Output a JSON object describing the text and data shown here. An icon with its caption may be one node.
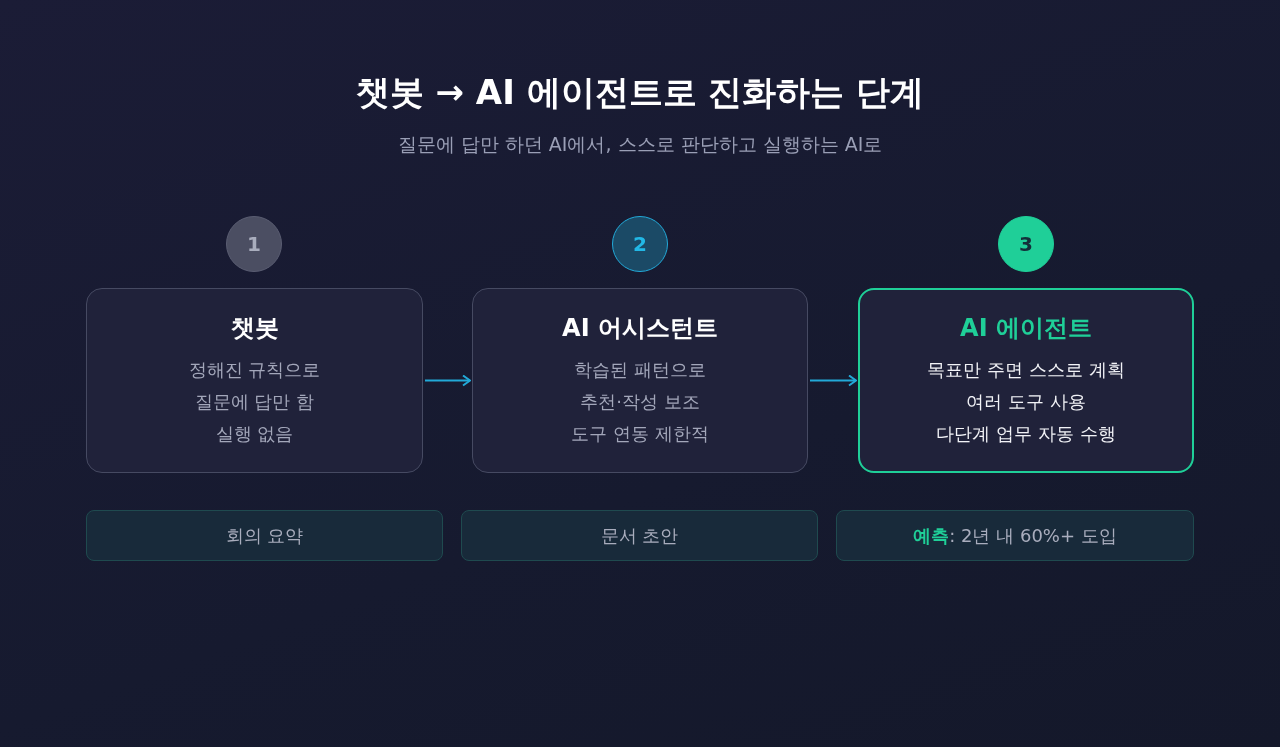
{
  "diagram": {
    "title": "챗봇 → AI 에이전트로 진화하는 단계",
    "caption": "질문에 답만 하던 AI에서, 스스로 판단하고 실행하는 AI로",
    "nodes": [
      {
        "text": [
          "1"
        ]
      },
      {
        "text": [
          "2"
        ]
      },
      {
        "text": [
          "3"
        ]
      },
      {
        "text": [
          "챗봇",
          "정해진 규칙으로",
          "질문에 답만 함",
          "실행 없음"
        ]
      },
      {
        "text": [
          "AI 어시스턴트",
          "학습된 패턴으로",
          "추천·작성 보조",
          "도구 연동 제한적"
        ]
      },
      {
        "text": [
          "AI 에이전트",
          "목표만 주면 스스로 계획",
          "여러 도구 사용",
          "다단계 업무 자동 수행"
        ]
      },
      {
        "text": [
          "회의 요약"
        ]
      },
      {
        "text": [
          "문서 초안"
        ]
      },
      {
        "text": [
          "**예측**: 2년 내 60%+ 도입"
        ]
      }
    ],
    "edges": [
      {
        "from": 3,
        "to": 4,
        "arrow": "to"
      },
      {
        "from": 4,
        "to": 5,
        "arrow": "to"
      }
    ]
  }
}
